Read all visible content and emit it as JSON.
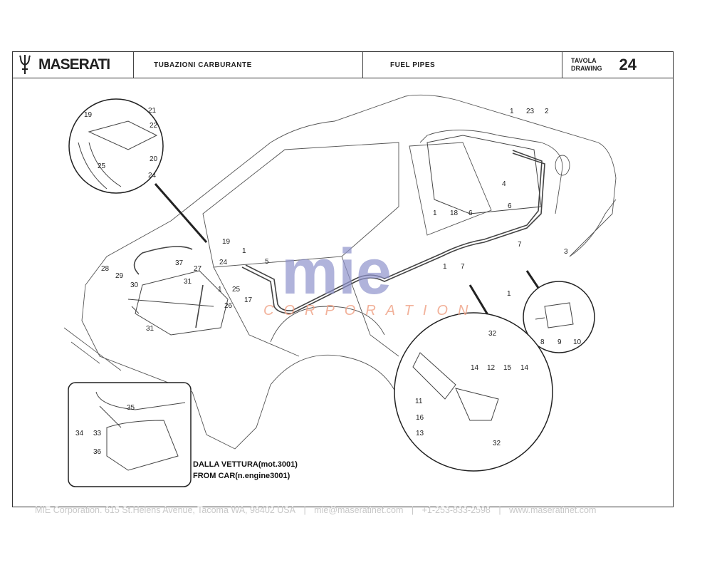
{
  "header": {
    "brand": "MASERATI",
    "logo_icon": "trident-icon",
    "title_it": "TUBAZIONI CARBURANTE",
    "title_en": "FUEL PIPES",
    "drawing_label_it": "TAVOLA",
    "drawing_label_en": "DRAWING",
    "drawing_number": "24"
  },
  "callouts": {
    "detail_top_left": [
      "21",
      "19",
      "22",
      "20",
      "25",
      "24"
    ],
    "engine_bay": [
      "19",
      "1",
      "37",
      "24",
      "5",
      "28",
      "29",
      "27",
      "31",
      "1",
      "25",
      "30",
      "17",
      "26",
      "31"
    ],
    "underbody": [
      "1",
      "7"
    ],
    "tank_area": [
      "1",
      "23",
      "2",
      "4",
      "1",
      "18",
      "6",
      "6",
      "7",
      "3",
      "1"
    ],
    "filter_detail": [
      "8",
      "9",
      "10"
    ],
    "pump_detail": [
      "32",
      "14",
      "12",
      "15",
      "14",
      "11",
      "16",
      "13",
      "32"
    ],
    "early_engine_detail": [
      "35",
      "34",
      "33",
      "36"
    ]
  },
  "notes": {
    "line_it": "DALLA VETTURA(mot.3001)",
    "line_en": "FROM CAR(n.engine3001)"
  },
  "watermark": {
    "word": "mie",
    "sub": "CORPORATION",
    "colors": {
      "word": "#8f93cc",
      "sub": "#f0a58a"
    }
  },
  "footer": {
    "company": "MIE Corporation. 615 St.Helens Avenue, Tacoma WA, 98402 USA",
    "email": "mie@maseratinet.com",
    "phone": "+1-253-833-2598",
    "website": "www.maseratinet.com",
    "separator": "|"
  }
}
